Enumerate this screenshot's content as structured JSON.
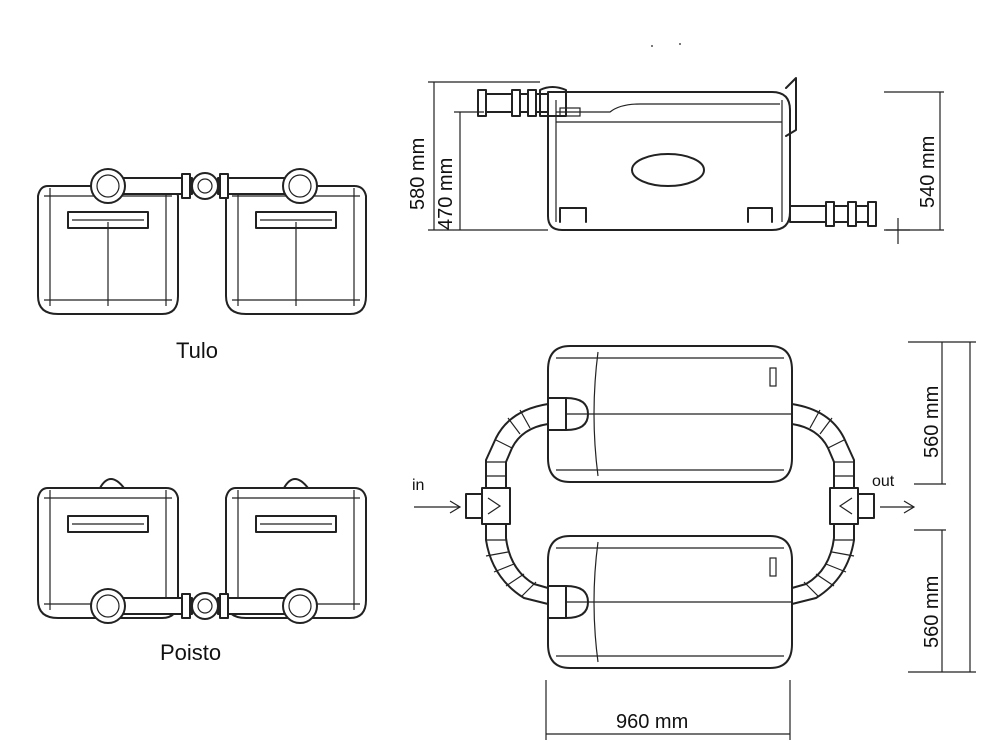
{
  "labels": {
    "top_view_label": "Tulo",
    "bottom_view_label": "Poisto",
    "in_label": "in",
    "out_label": "out"
  },
  "dimensions": {
    "total_height": "580 mm",
    "inlet_height": "470 mm",
    "outlet_height": "540 mm",
    "unit_depth_upper": "560 mm",
    "unit_depth_lower": "560 mm",
    "unit_length": "960 mm"
  },
  "icons": {
    "in_arrow": "arrow-right-icon",
    "out_arrow": "arrow-right-icon"
  }
}
